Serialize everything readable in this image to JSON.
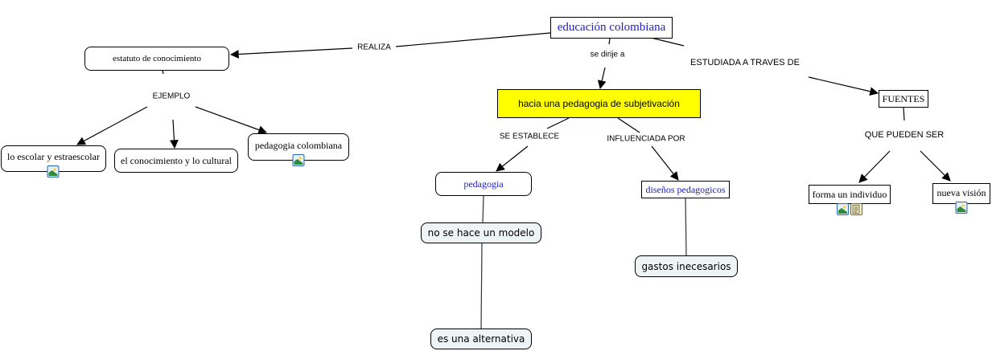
{
  "title": "educación colombiana",
  "concepts": {
    "root": "educación colombiana",
    "estatuto": "estatuto de conocimiento",
    "escolar": "lo escolar y estraescolar",
    "conocimiento": "el conocimiento y lo cultural",
    "pedcol": "pedagogia colombiana",
    "hacia": "hacia una pedagogia de subjetivación",
    "pedagogia": "pedagogia",
    "disenos": "diseños pedagogicos",
    "nomodelo": "no se hace un modelo",
    "alternativa": "es una alternativa",
    "gastos": "gastos inecesarios",
    "fuentes": "FUENTES",
    "forma": "forma un individuo",
    "nueva": "nueva visión"
  },
  "linking_phrases": {
    "realiza": "REALIZA",
    "ejemplo": "EJEMPLO",
    "sedirije": "se dirije a",
    "estudiada": "ESTUDIADA A TRAVES DE",
    "seestablece": "SE ESTABLECE",
    "influenciada": "INFLUENCIADA POR",
    "quepueden": "QUE PUEDEN SER"
  },
  "resources": {
    "escolar": [
      "image-icon"
    ],
    "pedcol": [
      "image-icon"
    ],
    "forma": [
      "image-icon",
      "document-icon"
    ],
    "nueva": [
      "image-icon"
    ]
  },
  "colors": {
    "highlight": "#ffff00",
    "link_text_blue": "#2020c8",
    "soft_node": "#eef3f6"
  }
}
